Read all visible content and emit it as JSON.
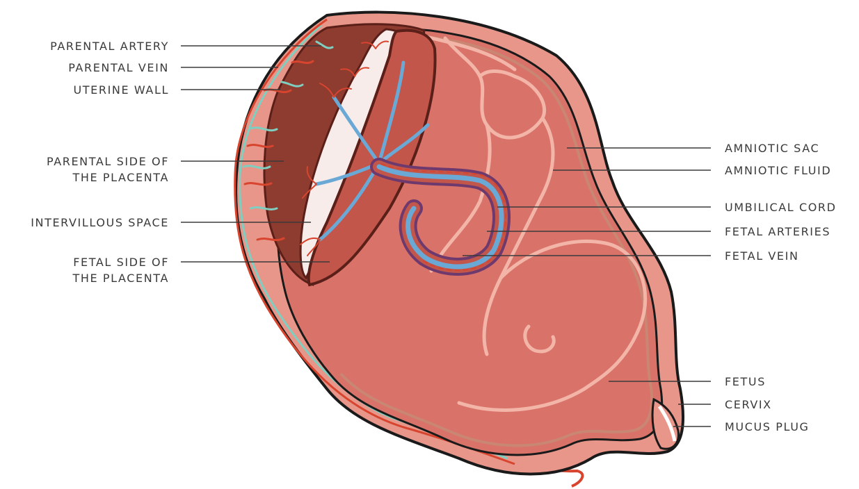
{
  "labels_left": [
    {
      "id": "parental-artery",
      "text": "PARENTAL ARTERY"
    },
    {
      "id": "parental-vein",
      "text": "PARENTAL VEIN"
    },
    {
      "id": "uterine-wall",
      "text": "UTERINE WALL"
    },
    {
      "id": "parental-side",
      "line1": "PARENTAL SIDE OF",
      "line2": "THE PLACENTA"
    },
    {
      "id": "intervillous-space",
      "text": "INTERVILLOUS SPACE"
    },
    {
      "id": "fetal-side",
      "line1": "FETAL SIDE OF",
      "line2": "THE PLACENTA"
    }
  ],
  "labels_right": [
    {
      "id": "amniotic-sac",
      "text": "AMNIOTIC SAC"
    },
    {
      "id": "amniotic-fluid",
      "text": "AMNIOTIC FLUID"
    },
    {
      "id": "umbilical-cord",
      "text": "UMBILICAL CORD"
    },
    {
      "id": "fetal-arteries",
      "text": "FETAL ARTERIES"
    },
    {
      "id": "fetal-vein",
      "text": "FETAL VEIN"
    },
    {
      "id": "fetus",
      "text": "FETUS"
    },
    {
      "id": "cervix",
      "text": "CERVIX"
    },
    {
      "id": "mucus-plug",
      "text": "MUCUS PLUG"
    }
  ],
  "colors": {
    "outline": "#1a1a1a",
    "uterine_wall": "#e8958a",
    "amniotic_fluid": "#d9736a",
    "fetus_outline": "#f2b5a8",
    "placenta_parental": "#8e3b30",
    "placenta_fetal": "#c2564a",
    "intervillous": "#f7ecea",
    "parental_artery": "#d8452e",
    "parental_vein": "#7fcfc0",
    "fetal_vein": "#6aa9d6",
    "fetal_artery": "#d8452e",
    "cord": "#6e3a6e",
    "leader": "#3a3a3a",
    "text": "#3a3a3a"
  }
}
